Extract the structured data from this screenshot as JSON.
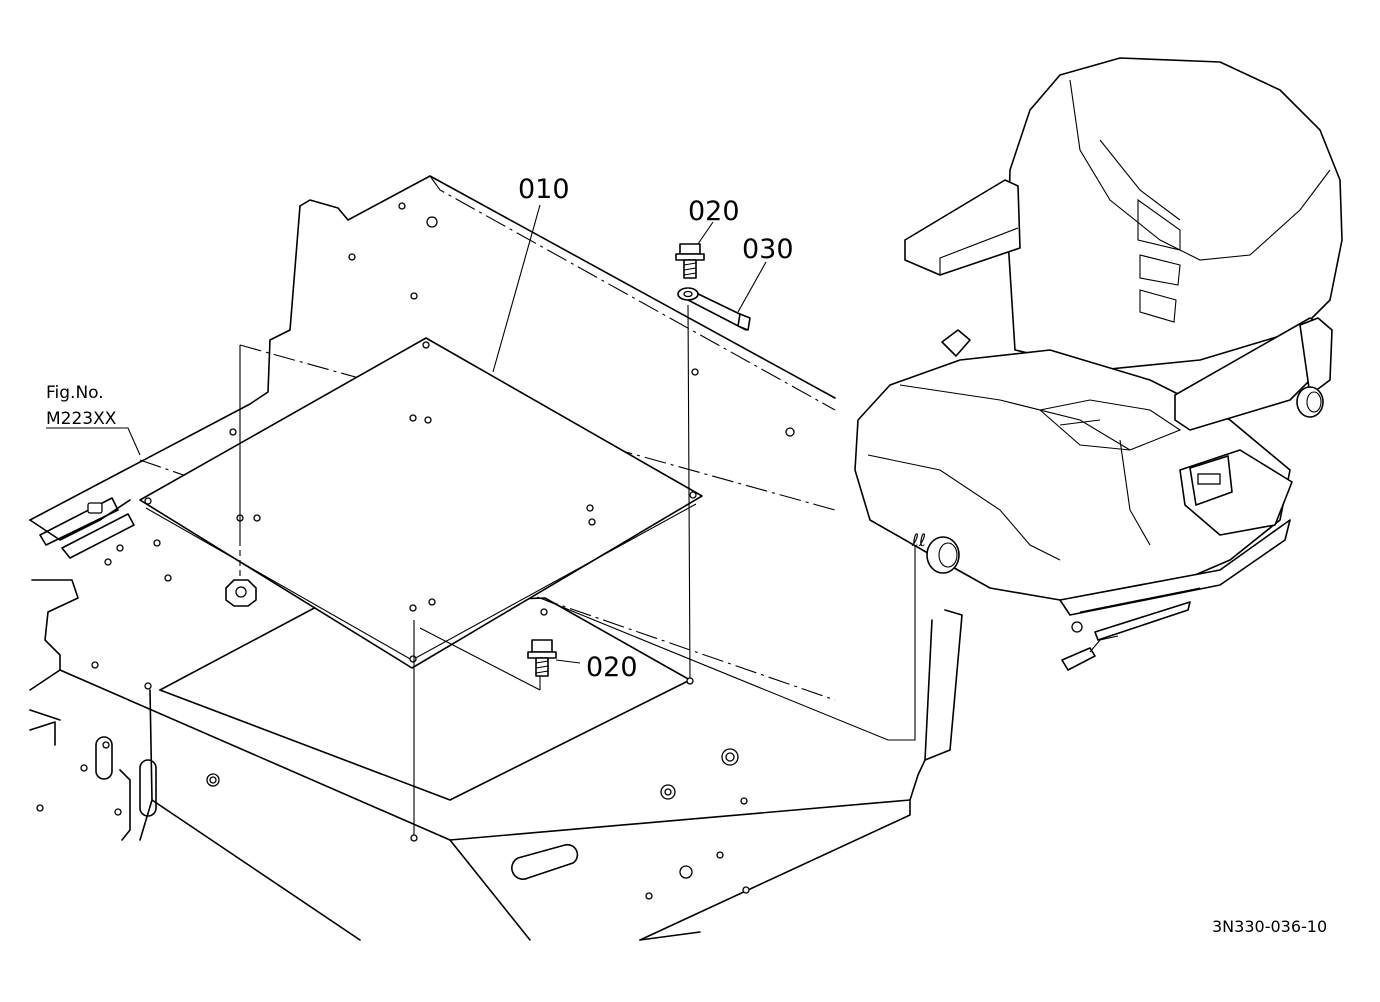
{
  "callouts": {
    "plate": "010",
    "bolt_top": "020",
    "strap": "030",
    "bolt_bottom": "020"
  },
  "fig_ref": {
    "line1": "Fig.No.",
    "line2": "M223XX"
  },
  "drawing_code": "3N330-036-10"
}
